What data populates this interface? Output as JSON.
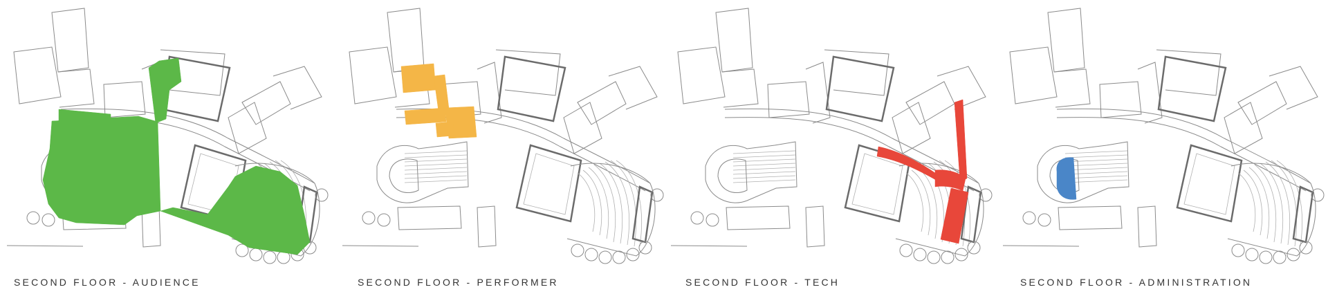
{
  "panels": [
    {
      "caption": "SECOND FLOOR - AUDIENCE",
      "zone": "audience",
      "color": "#5cb848"
    },
    {
      "caption": "SECOND FLOOR - PERFORMER",
      "zone": "performer",
      "color": "#f4b647"
    },
    {
      "caption": "SECOND FLOOR - TECH",
      "zone": "tech",
      "color": "#e8473a"
    },
    {
      "caption": "SECOND FLOOR - ADMINISTRATION",
      "zone": "administration",
      "color": "#4a86c8"
    }
  ]
}
